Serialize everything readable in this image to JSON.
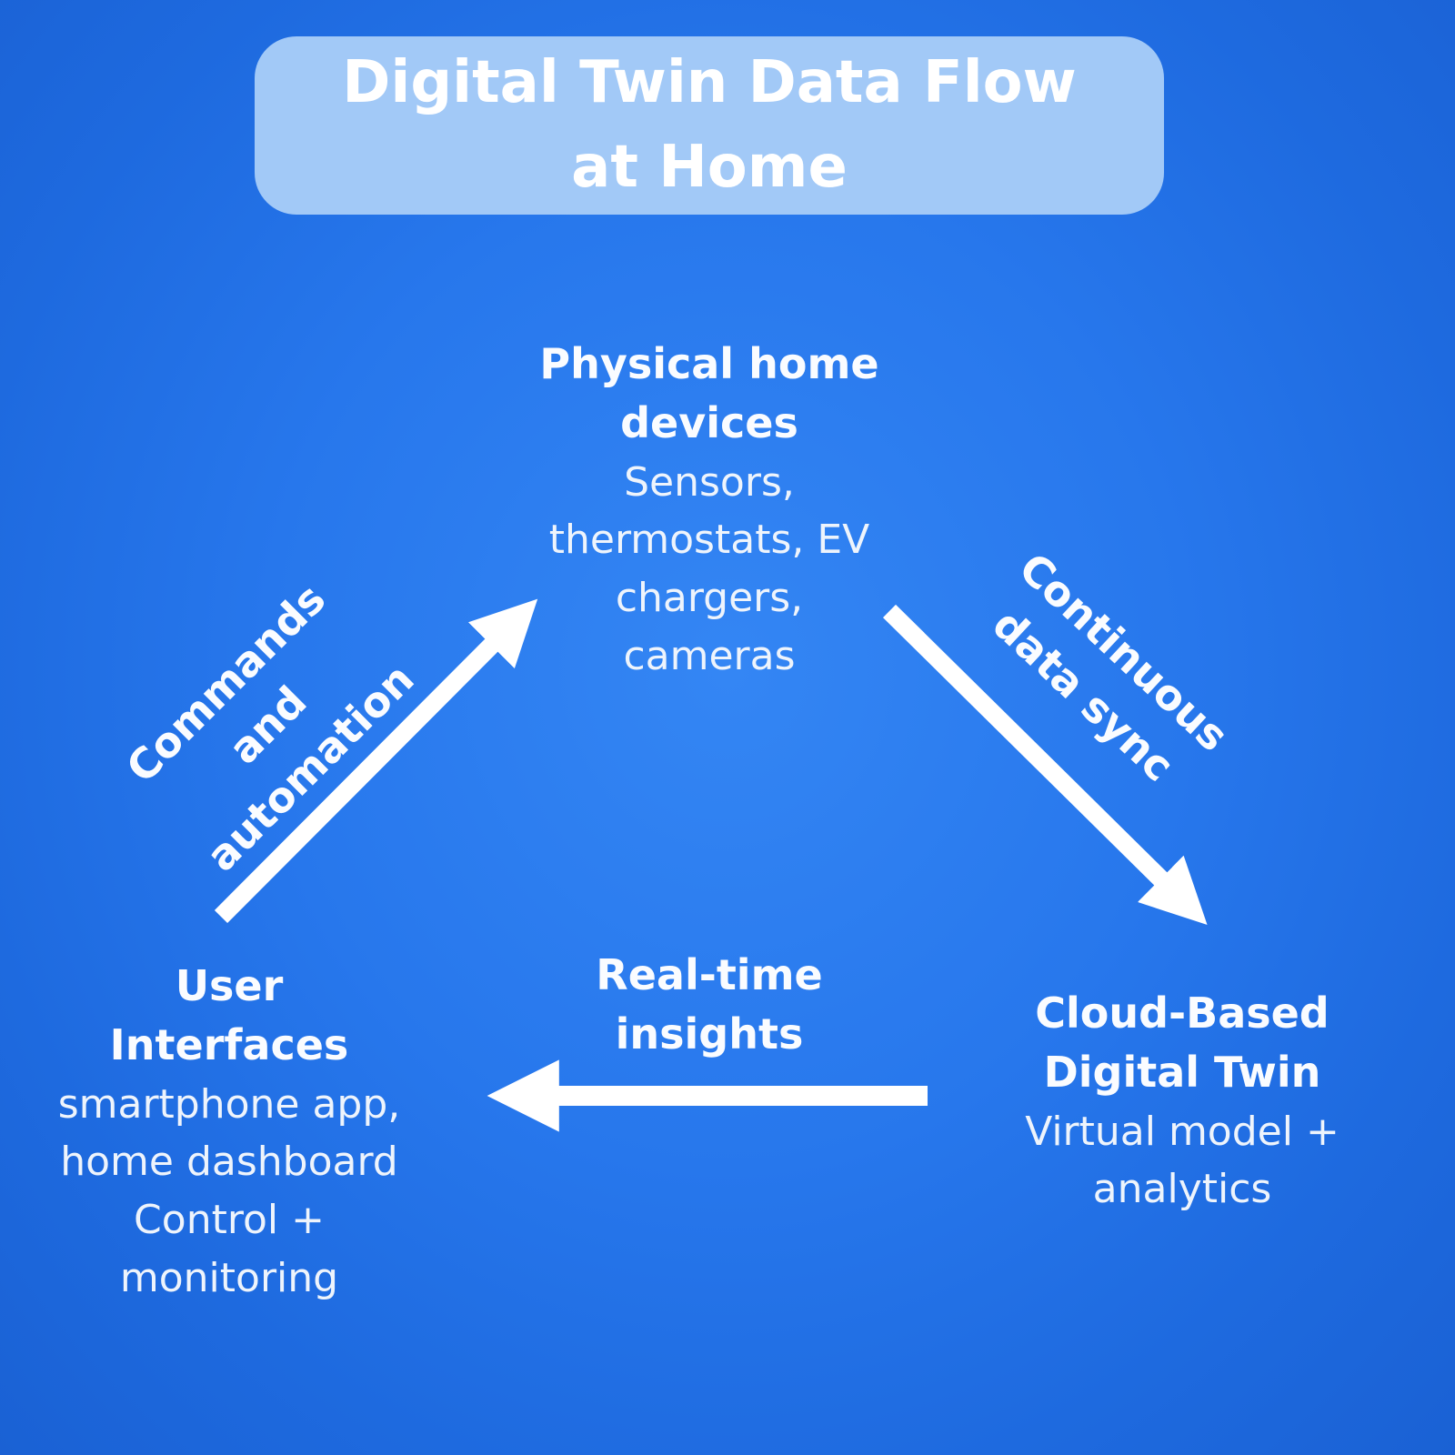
{
  "title": "Digital Twin Data Flow at Home",
  "colors": {
    "background_center": "#3486f4",
    "background_edge": "#1a61d4",
    "title_box": "#a2c9f7",
    "text": "#f2f7fd",
    "arrow": "#ffffff"
  },
  "nodes": {
    "physical": {
      "title": "Physical home devices",
      "subtitle": "Sensors, thermostats, EV chargers, cameras"
    },
    "user_interfaces": {
      "title": "User Interfaces",
      "subtitle_line1": "smartphone app, home dashboard",
      "subtitle_line2": "Control + monitoring"
    },
    "cloud": {
      "title": "Cloud-Based Digital Twin",
      "subtitle": "Virtual model + analytics"
    }
  },
  "edges": {
    "commands": {
      "label": "Commands and automation",
      "from": "User Interfaces",
      "to": "Physical home devices"
    },
    "sync": {
      "label": "Continuous data sync",
      "from": "Physical home devices",
      "to": "Cloud-Based Digital Twin"
    },
    "insights": {
      "label": "Real-time insights",
      "from": "Cloud-Based Digital Twin",
      "to": "User Interfaces"
    }
  }
}
